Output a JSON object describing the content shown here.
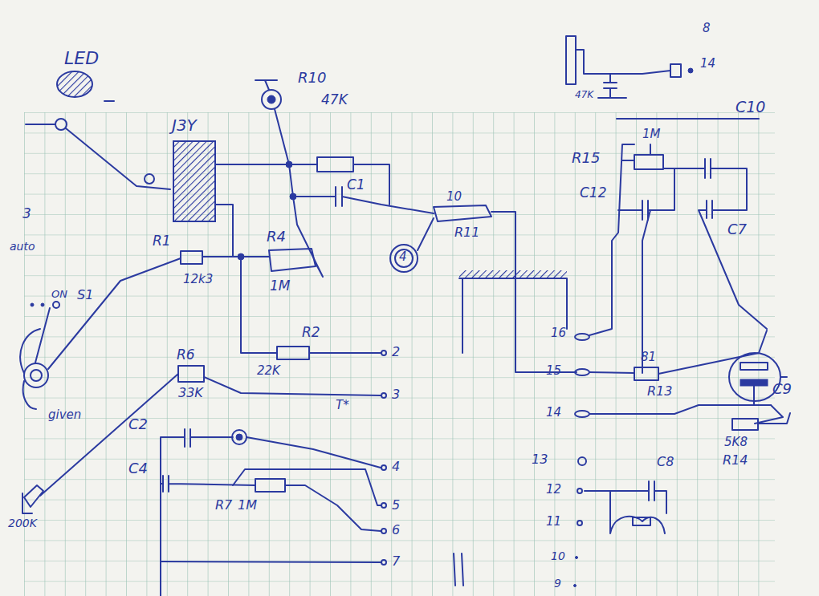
{
  "diagram": {
    "labels": [
      "LED",
      "J3Y",
      "R10",
      "47K",
      "C1",
      "R4",
      "1M",
      "R1",
      "12k3",
      "3",
      "auto",
      "ON",
      "S1",
      "R2",
      "22K",
      "2",
      "R6",
      "33K",
      "T*",
      "3",
      "C2",
      "4",
      "C4",
      "5",
      "R7",
      "1M",
      "6",
      "7",
      "200K",
      "given",
      "4",
      "10",
      "R11",
      "16",
      "15",
      "14",
      "13",
      "12",
      "11",
      "10",
      "9",
      "R15",
      "1M",
      "C12",
      "C10",
      "C7",
      "81",
      "R13",
      "C9",
      "C8",
      "5K8",
      "R14",
      "8",
      "14",
      "47K"
    ]
  }
}
